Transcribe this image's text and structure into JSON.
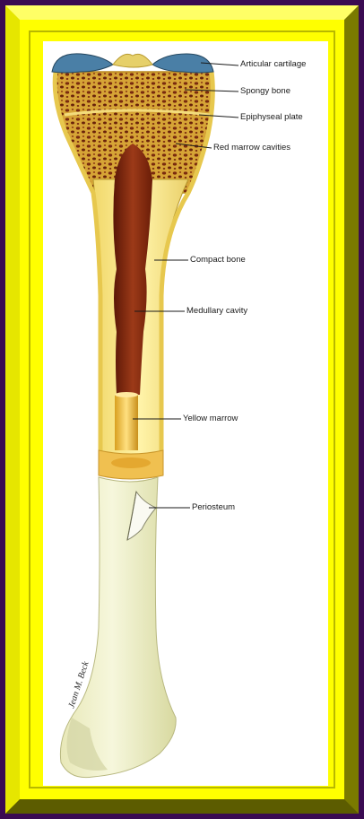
{
  "labels": {
    "articular_cartilage": "Articular cartilage",
    "spongy_bone": "Spongy bone",
    "epiphyseal_plate": "Epiphyseal plate",
    "red_marrow_cavities": "Red marrow cavities",
    "compact_bone": "Compact bone",
    "medullary_cavity": "Medullary cavity",
    "yellow_marrow": "Yellow marrow",
    "periosteum": "Periosteum"
  },
  "signature": "Jean M. Beck",
  "colors": {
    "background": "#3a0a52",
    "frame": "#ffff00",
    "bone_yellow": "#f4e27a",
    "cartilage_blue": "#4a7fa6",
    "marrow_red": "#8a2a10",
    "spongy_fill": "#d9a93c",
    "periosteum_shaft": "#eef0c4"
  }
}
